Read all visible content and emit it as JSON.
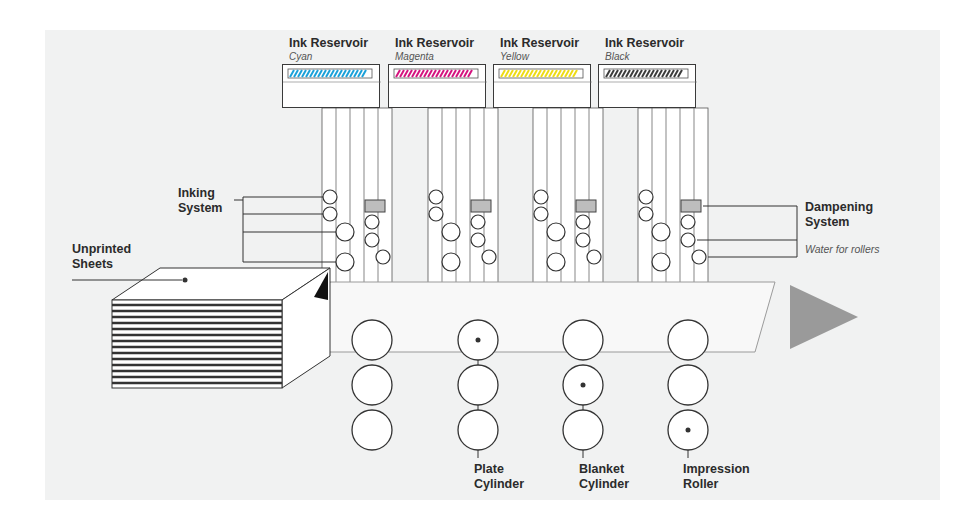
{
  "diagram": {
    "nodes": [
      {
        "text": [
          "Ink Reservoir",
          "Cyan"
        ]
      },
      {
        "text": [
          "Ink Reservoir",
          "Magenta"
        ]
      },
      {
        "text": [
          "Ink Reservoir",
          "Yellow"
        ]
      },
      {
        "text": [
          "Ink Reservoir",
          "Black"
        ]
      }
    ],
    "labels": [
      "Inking System",
      "Unprinted Sheets",
      "Dampening System",
      "Water for rollers",
      "Plate Cylinder",
      "Blanket Cylinder",
      "Impression Roller"
    ]
  }
}
